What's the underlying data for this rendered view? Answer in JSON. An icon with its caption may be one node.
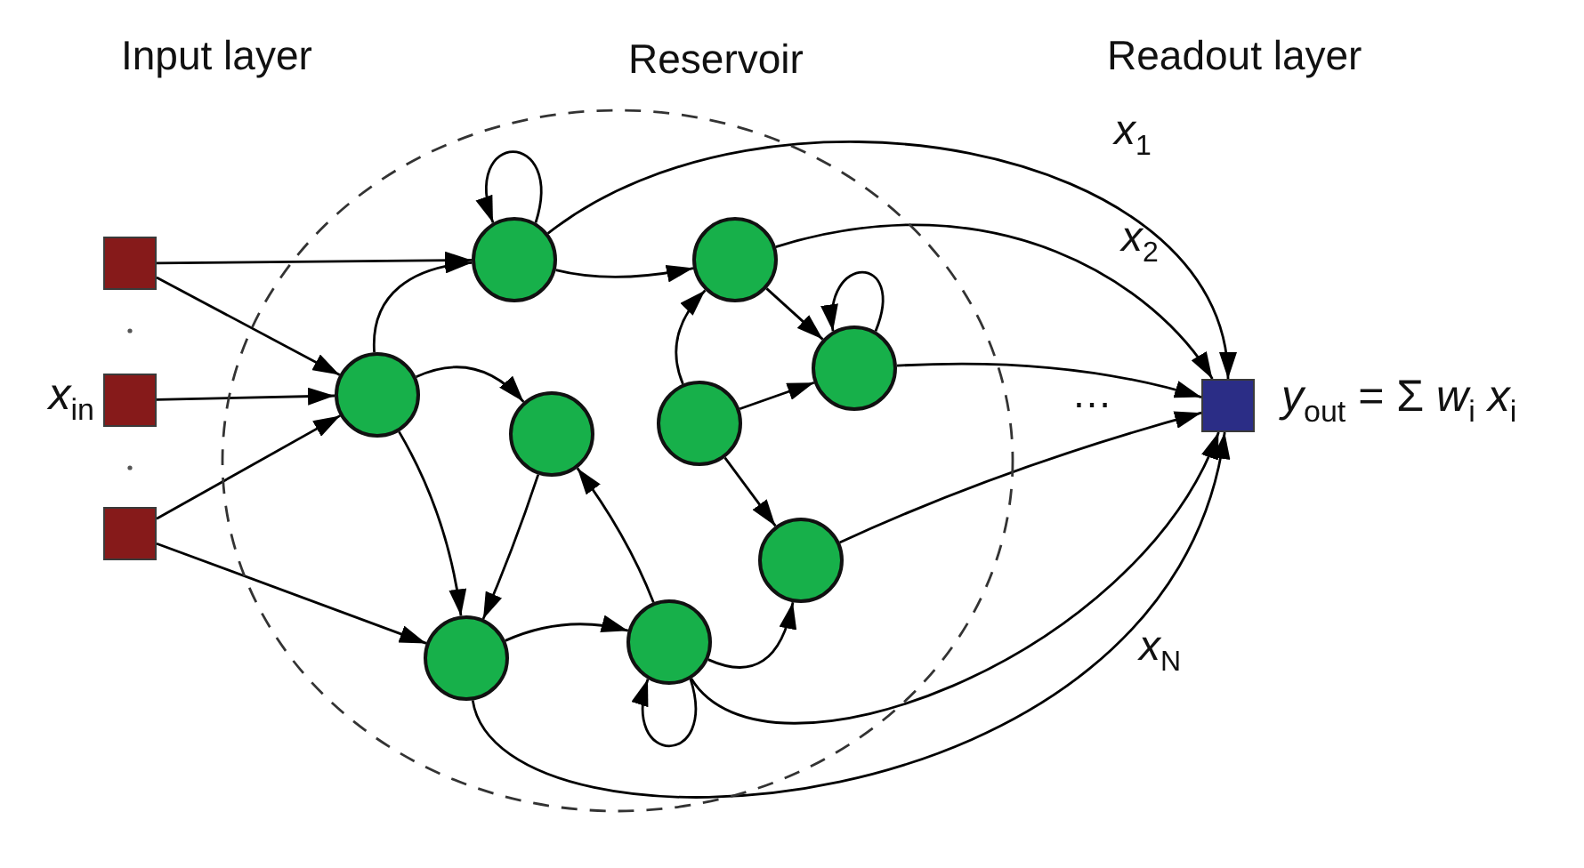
{
  "diagram": {
    "nodes": [
      {
        "text": [
          "Reservoir"
        ]
      },
      {
        "text": [],
        "shape": "box"
      },
      {
        "text": [],
        "shape": "box",
        "beside": [
          "*x*$_{in}$"
        ]
      },
      {
        "text": [],
        "shape": "box"
      },
      {
        "text": [],
        "shape": "circle",
        "in": 0
      },
      {
        "text": [],
        "shape": "circle",
        "in": 0
      },
      {
        "text": [],
        "shape": "circle",
        "in": 0
      },
      {
        "text": [],
        "shape": "circle",
        "in": 0
      },
      {
        "text": [],
        "shape": "circle",
        "in": 0
      },
      {
        "text": [],
        "shape": "circle",
        "in": 0
      },
      {
        "text": [],
        "shape": "circle",
        "in": 0
      },
      {
        "text": [],
        "shape": "circle",
        "in": 0
      },
      {
        "text": [],
        "shape": "circle",
        "in": 0
      },
      {
        "text": [],
        "shape": "box",
        "beside": [
          "*y*$_{out}$ = Σ *w*$_{i}$ *x*$_{i}$"
        ]
      }
    ],
    "edges": [
      {
        "from": 1,
        "to": 4,
        "arrow": "to"
      },
      {
        "from": 1,
        "to": 5,
        "arrow": "to"
      },
      {
        "from": 2,
        "to": 5,
        "arrow": "to"
      },
      {
        "from": 3,
        "to": 5,
        "arrow": "to"
      },
      {
        "from": 3,
        "to": 7,
        "arrow": "to"
      },
      {
        "from": 4,
        "to": 4,
        "arrow": "to"
      },
      {
        "from": 5,
        "to": 4,
        "arrow": "to"
      },
      {
        "from": 5,
        "to": 6,
        "arrow": "to"
      },
      {
        "from": 5,
        "to": 7,
        "arrow": "to"
      },
      {
        "from": 6,
        "to": 7,
        "arrow": "to"
      },
      {
        "from": 4,
        "to": 9,
        "arrow": "to"
      },
      {
        "from": 4,
        "to": 13,
        "arrow": "to",
        "label": "*x*$_{1}$"
      },
      {
        "from": 9,
        "to": 13,
        "arrow": "to",
        "label": "*x*$_{2}$"
      },
      {
        "from": 9,
        "to": 11,
        "arrow": "to"
      },
      {
        "from": 11,
        "to": 11,
        "arrow": "to"
      },
      {
        "from": 10,
        "to": 9,
        "arrow": "to"
      },
      {
        "from": 10,
        "to": 11,
        "arrow": "to"
      },
      {
        "from": 10,
        "to": 12,
        "arrow": "to"
      },
      {
        "from": 11,
        "to": 13,
        "arrow": "to"
      },
      {
        "from": 12,
        "to": 13,
        "arrow": "to"
      },
      {
        "from": 8,
        "to": 6,
        "arrow": "to"
      },
      {
        "from": 7,
        "to": 8,
        "arrow": "to"
      },
      {
        "from": 8,
        "to": 8,
        "arrow": "to"
      },
      {
        "from": 8,
        "to": 12,
        "arrow": "to"
      },
      {
        "from": 8,
        "to": 13,
        "arrow": "to"
      },
      {
        "from": 7,
        "to": 13,
        "arrow": "to",
        "label": "*x*$_{N}$"
      }
    ],
    "labels": [
      "Input layer",
      "Readout layer",
      "…"
    ]
  }
}
